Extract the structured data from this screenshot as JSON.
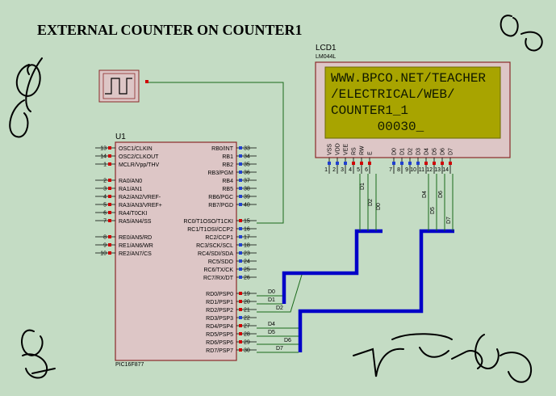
{
  "title": "EXTERNAL COUNTER ON COUNTER1",
  "lcd": {
    "ref": "LCD1",
    "model": "LM044L",
    "lines": [
      "WWW.BPCO.NET/TEACHER",
      "/ELECTRICAL/WEB/",
      "COUNTER1_1",
      "      00030_"
    ],
    "pin_names": [
      "VSS",
      "VDD",
      "VEE",
      "RS",
      "RW",
      "E",
      "D0",
      "D1",
      "D2",
      "D3",
      "D4",
      "D5",
      "D6",
      "D7"
    ],
    "pin_numbers": [
      "1",
      "2",
      "3",
      "4",
      "5",
      "6",
      "7",
      "8",
      "9",
      "10",
      "11",
      "12",
      "13",
      "14"
    ]
  },
  "mcu": {
    "ref": "U1",
    "model": "PIC16F877",
    "left_pins": [
      {
        "num": "13",
        "name": "OSC1/CLKIN"
      },
      {
        "num": "14",
        "name": "OSC2/CLKOUT"
      },
      {
        "num": "1",
        "name": "MCLR/Vpp/THV"
      },
      {
        "num": "2",
        "name": "RA0/AN0"
      },
      {
        "num": "3",
        "name": "RA1/AN1"
      },
      {
        "num": "4",
        "name": "RA2/AN2/VREF-"
      },
      {
        "num": "5",
        "name": "RA3/AN3/VREF+"
      },
      {
        "num": "6",
        "name": "RA4/T0CKI"
      },
      {
        "num": "7",
        "name": "RA5/AN4/SS"
      },
      {
        "num": "8",
        "name": "RE0/AN5/RD"
      },
      {
        "num": "9",
        "name": "RE1/AN6/WR"
      },
      {
        "num": "10",
        "name": "RE2/AN7/CS"
      }
    ],
    "right_pins": [
      {
        "num": "33",
        "name": "RB0/INT"
      },
      {
        "num": "34",
        "name": "RB1"
      },
      {
        "num": "35",
        "name": "RB2"
      },
      {
        "num": "36",
        "name": "RB3/PGM"
      },
      {
        "num": "37",
        "name": "RB4"
      },
      {
        "num": "38",
        "name": "RB5"
      },
      {
        "num": "39",
        "name": "RB6/PGC"
      },
      {
        "num": "40",
        "name": "RB7/PGD"
      },
      {
        "num": "15",
        "name": "RC0/T1OSO/T1CKI"
      },
      {
        "num": "16",
        "name": "RC1/T1OSI/CCP2"
      },
      {
        "num": "17",
        "name": "RC2/CCP1"
      },
      {
        "num": "18",
        "name": "RC3/SCK/SCL"
      },
      {
        "num": "23",
        "name": "RC4/SDI/SDA"
      },
      {
        "num": "24",
        "name": "RC5/SDO"
      },
      {
        "num": "25",
        "name": "RC6/TX/CK"
      },
      {
        "num": "26",
        "name": "RC7/RX/DT"
      },
      {
        "num": "19",
        "name": "RD0/PSP0"
      },
      {
        "num": "20",
        "name": "RD1/PSP1"
      },
      {
        "num": "21",
        "name": "RD2/PSP2"
      },
      {
        "num": "22",
        "name": "RD3/PSP3"
      },
      {
        "num": "27",
        "name": "RD4/PSP4"
      },
      {
        "num": "28",
        "name": "RD5/PSP5"
      },
      {
        "num": "29",
        "name": "RD6/PSP6"
      },
      {
        "num": "30",
        "name": "RD7/PSP7"
      }
    ]
  },
  "net_labels": {
    "mcu_side": [
      "D0",
      "D1",
      "D2",
      "D4",
      "D5",
      "D6",
      "D7"
    ],
    "lcd_side": [
      "D1",
      "D2",
      "D0",
      "D4",
      "D5",
      "D6",
      "D7"
    ]
  },
  "colors": {
    "background": "#c4dcc4",
    "component_fill": "#ddc6c6",
    "component_border": "#8a2a2a",
    "lcd_screen": "#a8a400",
    "bus": "#0000c8",
    "wire": "#1a6a1a",
    "pin_marker_red": "#d00000",
    "pin_marker_blue": "#2040d0"
  }
}
